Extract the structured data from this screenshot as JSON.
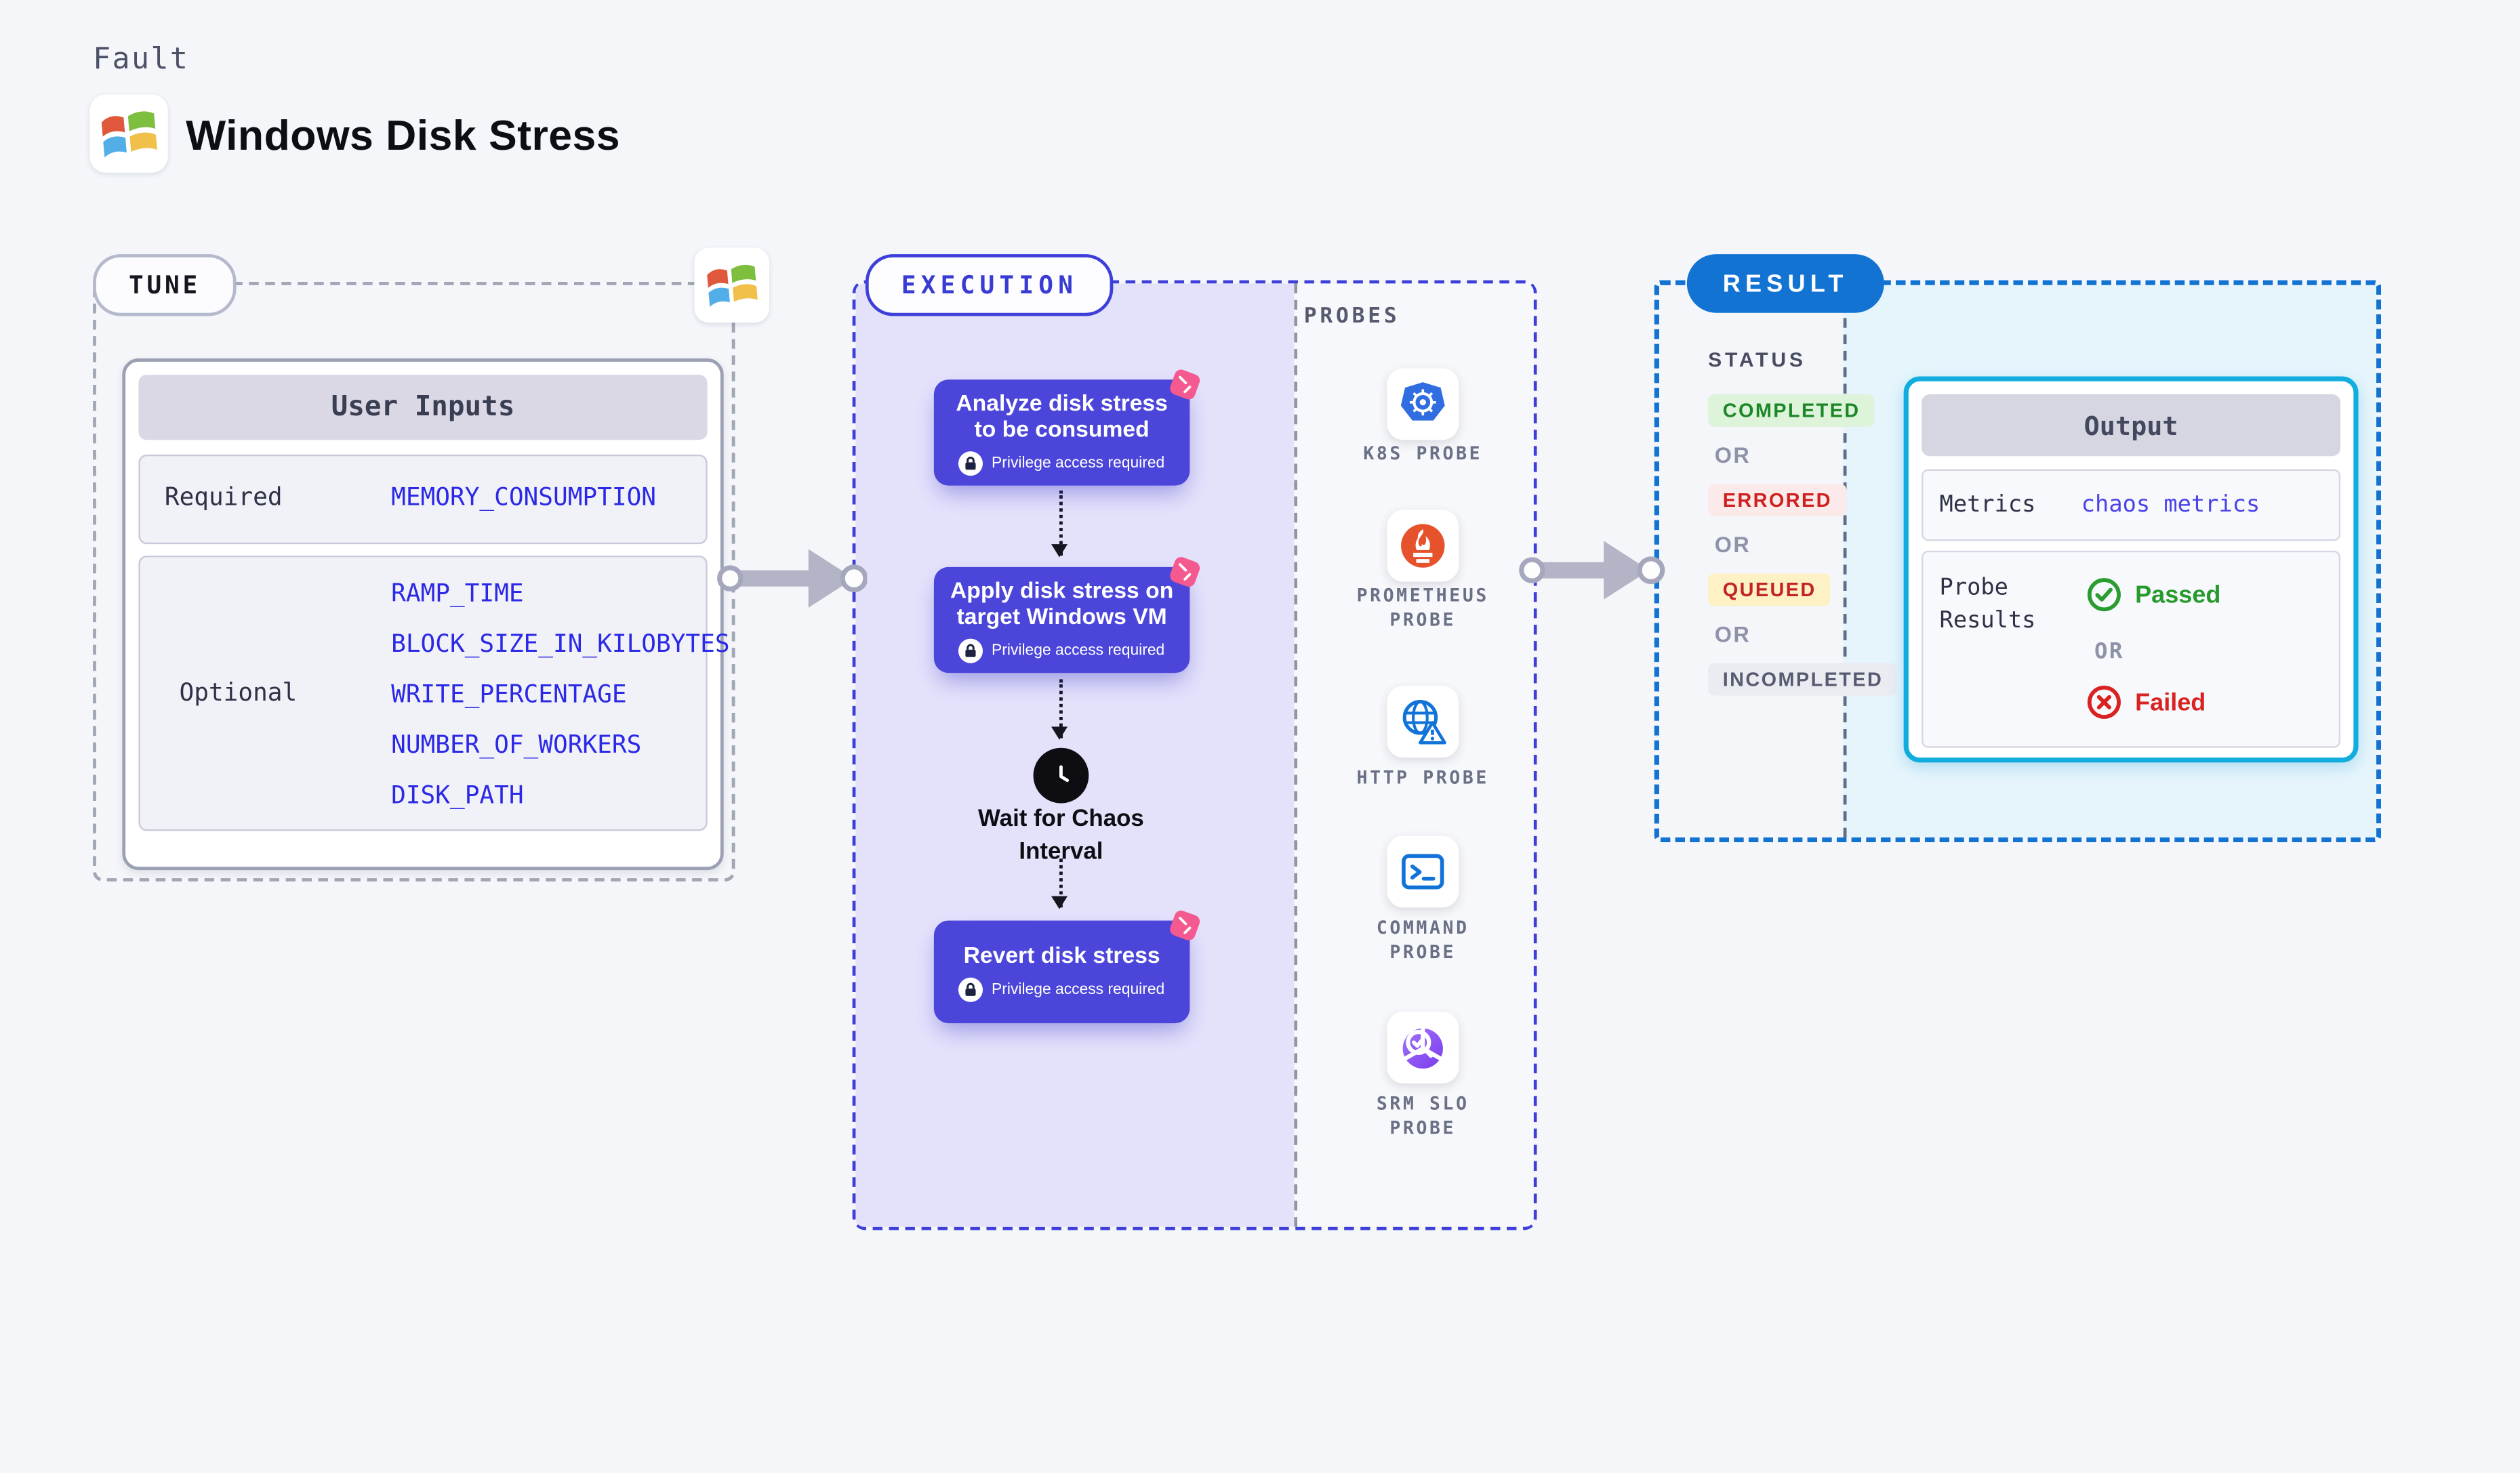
{
  "header": {
    "eyebrow": "Fault",
    "title": "Windows Disk Stress"
  },
  "tune": {
    "badge": "TUNE",
    "table": {
      "header": "User Inputs",
      "required_label": "Required",
      "required_value": "MEMORY_CONSUMPTION",
      "optional_label": "Optional",
      "optional_values": [
        "RAMP_TIME",
        "BLOCK_SIZE_IN_KILOBYTES",
        "WRITE_PERCENTAGE",
        "NUMBER_OF_WORKERS",
        "DISK_PATH"
      ]
    }
  },
  "execution": {
    "badge": "EXECUTION",
    "steps": [
      {
        "title": "Analyze disk stress to be consumed",
        "privilege": "Privilege access required"
      },
      {
        "title": "Apply disk stress on target Windows VM",
        "privilege": "Privilege access required"
      },
      {
        "title": "Revert disk stress",
        "privilege": "Privilege access required"
      }
    ],
    "wait_label": "Wait for Chaos\nInterval",
    "probes": {
      "heading": "PROBES",
      "items": [
        {
          "label": "K8S PROBE",
          "icon": "kubernetes-icon"
        },
        {
          "label": "PROMETHEUS\nPROBE",
          "icon": "prometheus-icon"
        },
        {
          "label": "HTTP PROBE",
          "icon": "http-globe-icon"
        },
        {
          "label": "COMMAND\nPROBE",
          "icon": "command-terminal-icon"
        },
        {
          "label": "SRM SLO\nPROBE",
          "icon": "srm-slo-icon"
        }
      ]
    }
  },
  "result": {
    "badge": "RESULT",
    "status": {
      "heading": "STATUS",
      "or": "OR",
      "items": [
        {
          "label": "COMPLETED",
          "type": "completed"
        },
        {
          "label": "ERRORED",
          "type": "errored"
        },
        {
          "label": "QUEUED",
          "type": "queued"
        },
        {
          "label": "INCOMPLETED",
          "type": "incompleted"
        }
      ]
    },
    "output": {
      "header": "Output",
      "metrics_label": "Metrics",
      "metrics_value": "chaos metrics",
      "probe_results_label": "Probe\nResults",
      "passed": "Passed",
      "or": "OR",
      "failed": "Failed"
    }
  },
  "colors": {
    "page_bg": "#f4f6fa",
    "step_card": "#4b46d9",
    "execution_fill": "#e4e2fb",
    "execution_border": "#3e3fd8",
    "result_border": "#1273d2",
    "result_fill": "#e6f5fc",
    "output_border": "#12addf",
    "value_blue": "#2b29e6",
    "metrics_link": "#4b43e8",
    "completed_green": "#1d8727",
    "errored_red": "#ce2121",
    "queued_yellow_bg": "#fdf1c5",
    "incompleted_gray": "#565b71",
    "passed_green": "#279a2e",
    "failed_red": "#d92323",
    "pink_marker": "#f4598f"
  }
}
